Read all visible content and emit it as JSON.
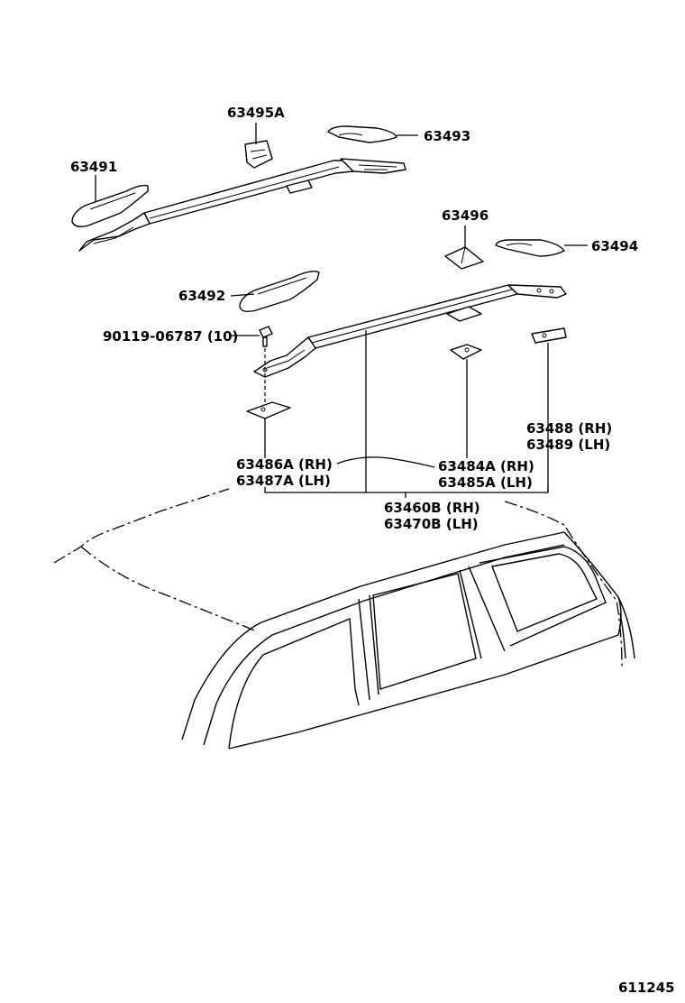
{
  "labels": {
    "p63495a": "63495A",
    "p63493": "63493",
    "p63491": "63491",
    "p63496": "63496",
    "p63494": "63494",
    "p63492": "63492",
    "bolt": "90119-06787 (10)",
    "p63488": "63488 (RH)",
    "p63489": "63489 (LH)",
    "p63486a": "63486A (RH)",
    "p63487a": "63487A (LH)",
    "p63484a": "63484A (RH)",
    "p63485a": "63485A (LH)",
    "p63460b": "63460B (RH)",
    "p63470b": "63470B (LH)",
    "figure_no": "611245"
  }
}
